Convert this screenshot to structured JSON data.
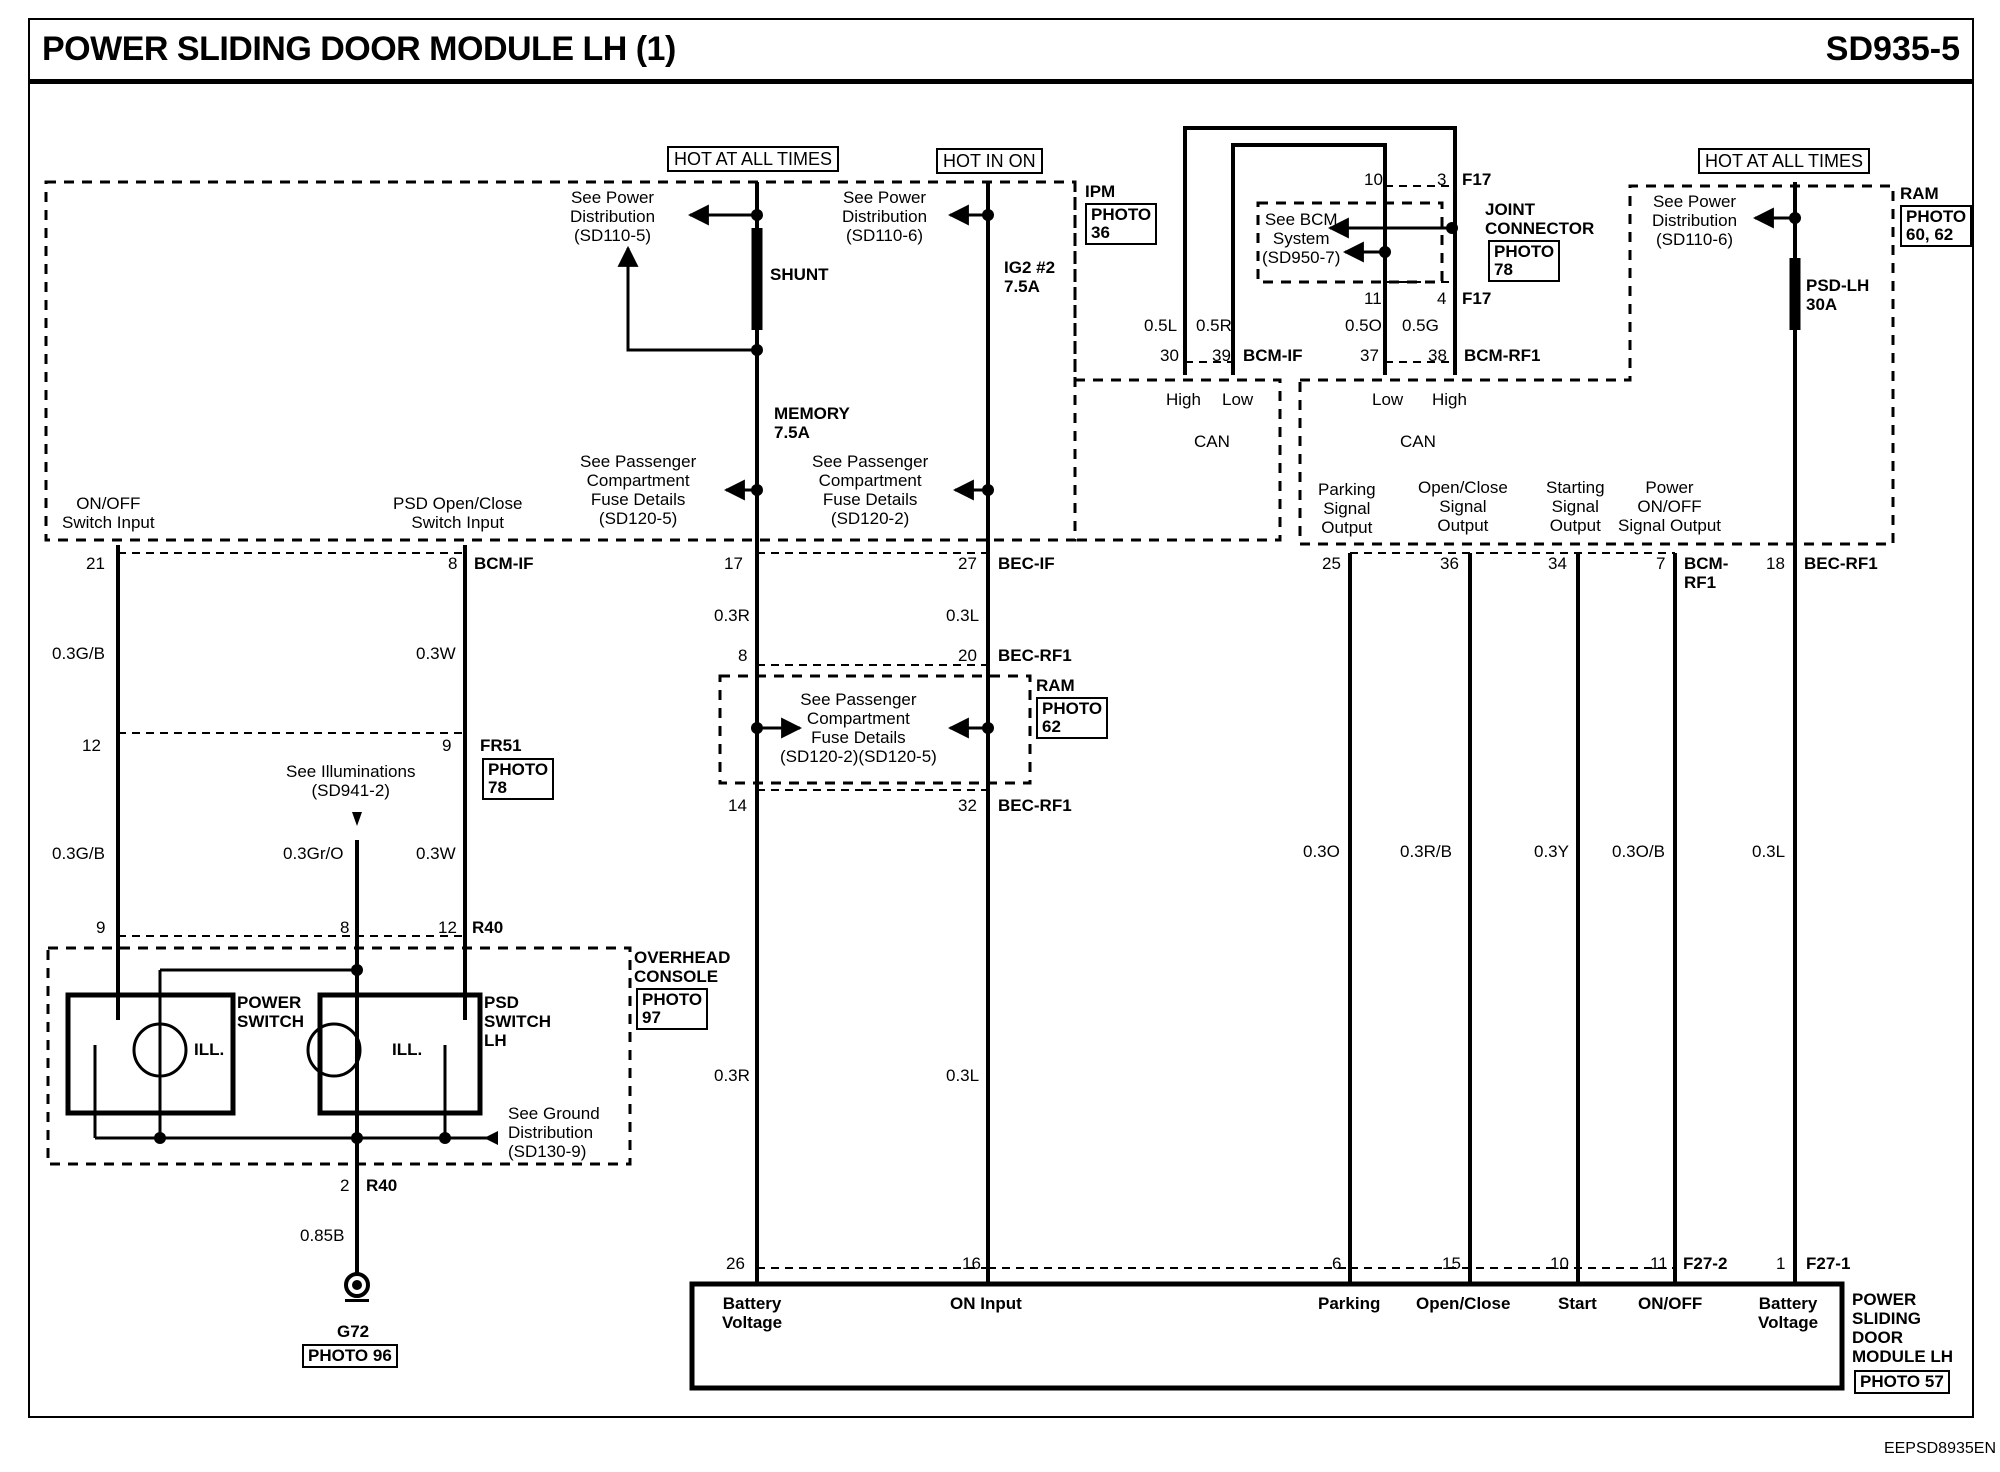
{
  "header": {
    "title": "POWER SLIDING DOOR MODULE LH (1)",
    "code": "SD935-5"
  },
  "footer": {
    "code": "EEPSD8935EN"
  },
  "power_sources": [
    {
      "label": "HOT AT ALL TIMES"
    },
    {
      "label": "HOT IN ON"
    },
    {
      "label": "HOT AT ALL TIMES"
    }
  ],
  "ipm": {
    "name": "IPM",
    "photo": "PHOTO",
    "photo_num": "36",
    "refs": {
      "power_dist_1": [
        "See Power",
        "Distribution",
        "(SD110-5)"
      ],
      "power_dist_2": [
        "See Power",
        "Distribution",
        "(SD110-6)"
      ],
      "pass_fuse_1": [
        "See Passenger",
        "Compartment",
        "Fuse Details",
        "(SD120-5)"
      ],
      "pass_fuse_2": [
        "See Passenger",
        "Compartment",
        "Fuse Details",
        "(SD120-2)"
      ]
    },
    "fuses": {
      "shunt": "SHUNT",
      "memory": [
        "MEMORY",
        "7.5A"
      ],
      "ig2": [
        "IG2 #2",
        "7.5A"
      ]
    },
    "bcm_inputs": {
      "onoff": [
        "ON/OFF",
        "Switch Input"
      ],
      "psd": [
        "PSD Open/Close",
        "Switch Input"
      ]
    }
  },
  "joint_connector": {
    "name": [
      "JOINT",
      "CONNECTOR"
    ],
    "photo": "PHOTO",
    "photo_num": "78",
    "ref": [
      "See BCM",
      "System",
      "(SD950-7)"
    ],
    "pins_top": [
      "10",
      "3"
    ],
    "pins_bottom": [
      "11",
      "4"
    ],
    "connector": "F17",
    "wires": [
      "0.5L",
      "0.5R",
      "0.5O",
      "0.5G"
    ],
    "bcm_if_pins": [
      "30",
      "39"
    ],
    "bcm_if": "BCM-IF",
    "bcm_rf1_pins": [
      "37",
      "38"
    ],
    "bcm_rf1": "BCM-RF1",
    "can_left": [
      "High",
      "Low",
      "CAN"
    ],
    "can_right": [
      "Low",
      "High",
      "CAN"
    ]
  },
  "ram_top": {
    "name": "RAM",
    "photo": "PHOTO",
    "photo_num": "60, 62",
    "ref": [
      "See Power",
      "Distribution",
      "(SD110-6)"
    ],
    "fuse": [
      "PSD-LH",
      "30A"
    ],
    "outputs": [
      [
        "Parking",
        "Signal",
        "Output"
      ],
      [
        "Open/Close",
        "Signal",
        "Output"
      ],
      [
        "Starting",
        "Signal",
        "Output"
      ],
      [
        "Power",
        "ON/OFF",
        "Signal Output"
      ]
    ]
  },
  "ram_mid": {
    "name": "RAM",
    "photo": "PHOTO",
    "photo_num": "62",
    "ref": [
      "See Passenger",
      "Compartment",
      "Fuse Details",
      "(SD120-2)(SD120-5)"
    ]
  },
  "left_wires": {
    "pin21": "21",
    "pin8_bcm": "8",
    "bcm_if": "BCM-IF",
    "wire_gb": "0.3G/B",
    "wire_w": "0.3W",
    "pin12": "12",
    "pin9": "9",
    "fr51": "FR51",
    "fr51_photo": "PHOTO",
    "fr51_photo_num": "78",
    "illum_ref": [
      "See Illuminations",
      "(SD941-2)"
    ],
    "wire_gro": "0.3Gr/O",
    "r40_pins": [
      "9",
      "8",
      "12"
    ],
    "r40": "R40",
    "ground_pin": "2",
    "ground_wire": "0.85B",
    "ground": "G72",
    "ground_photo": "PHOTO 96"
  },
  "overhead_console": {
    "name": [
      "OVERHEAD",
      "CONSOLE"
    ],
    "photo": "PHOTO",
    "photo_num": "97",
    "power_switch": [
      "POWER",
      "SWITCH"
    ],
    "psd_switch": [
      "PSD",
      "SWITCH",
      "LH"
    ],
    "ill": "ILL.",
    "ground_ref": [
      "See Ground",
      "Distribution",
      "(SD130-9)"
    ]
  },
  "center_wires": {
    "pin17": "17",
    "pin27": "27",
    "bec_if": "BEC-IF",
    "w03r": "0.3R",
    "w03l": "0.3L",
    "pin8": "8",
    "pin20": "20",
    "bec_rf1": "BEC-RF1",
    "pin14": "14",
    "pin32": "32"
  },
  "right_wires": {
    "pins_top": [
      "25",
      "36",
      "34",
      "7",
      "18"
    ],
    "bcm_rf1": [
      "BCM-",
      "RF1"
    ],
    "bec_rf1": "BEC-RF1",
    "wires": [
      "0.3O",
      "0.3R/B",
      "0.3Y",
      "0.3O/B",
      "0.3L"
    ]
  },
  "module": {
    "name": [
      "POWER",
      "SLIDING",
      "DOOR",
      "MODULE LH"
    ],
    "photo": "PHOTO 57",
    "pins": [
      "26",
      "16",
      "6",
      "15",
      "10",
      "11",
      "1"
    ],
    "connector_1": "F27-2",
    "connector_2": "F27-1",
    "terminals": [
      "Battery\nVoltage",
      "ON Input",
      "Parking",
      "Open/Close",
      "Start",
      "ON/OFF",
      "Battery\nVoltage"
    ]
  }
}
